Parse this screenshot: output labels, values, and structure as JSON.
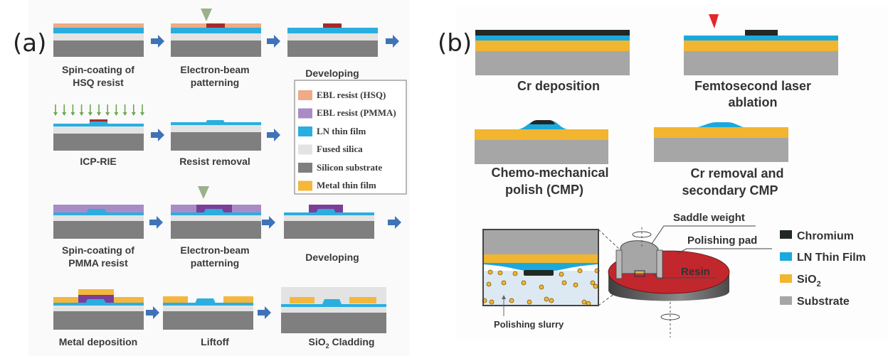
{
  "panel_a": {
    "label": "(a)",
    "steps": [
      {
        "line1": "Spin-coating of",
        "line2": "HSQ resist"
      },
      {
        "line1": "Electron-beam",
        "line2": "patterning"
      },
      {
        "line1": "Developing",
        "line2": ""
      },
      {
        "line1": "ICP-RIE",
        "line2": ""
      },
      {
        "line1": "Resist removal",
        "line2": ""
      },
      {
        "line1": "Spin-coating of",
        "line2": "PMMA resist"
      },
      {
        "line1": "Electron-beam",
        "line2": "patterning"
      },
      {
        "line1": "Developing",
        "line2": ""
      },
      {
        "line1": "Metal deposition",
        "line2": ""
      },
      {
        "line1": "Liftoff",
        "line2": ""
      },
      {
        "line1": "SiO",
        "sub": "2",
        "rest": " Cladding"
      }
    ],
    "legend": [
      {
        "label": "EBL resist (HSQ)",
        "color": "#efab85"
      },
      {
        "label": "EBL resist (PMMA)",
        "color": "#a98bc6"
      },
      {
        "label": "LN thin film",
        "color": "#2aaee0"
      },
      {
        "label": "Fused silica",
        "color": "#e3e3e3"
      },
      {
        "label": "Silicon substrate",
        "color": "#7f7f7f"
      },
      {
        "label": "Metal thin film",
        "color": "#f4b73c"
      }
    ]
  },
  "panel_b": {
    "label": "(b)",
    "steps": [
      {
        "line1": "Cr deposition",
        "line2": ""
      },
      {
        "line1": "Femtosecond laser",
        "line2": "ablation"
      },
      {
        "line1": "Chemo-mechanical",
        "line2": "polish (CMP)"
      },
      {
        "line1": "Cr removal and",
        "line2": "secondary CMP"
      }
    ],
    "apparatus": {
      "saddle_weight": "Saddle weight",
      "polishing_pad": "Polishing pad",
      "resin": "Resin",
      "slurry": "Polishing slurry"
    },
    "legend": [
      {
        "label": "Chromium",
        "color": "#222823"
      },
      {
        "label": "LN Thin Film",
        "color": "#1ba9dc"
      },
      {
        "label": "SiO",
        "sub": "2",
        "color": "#f2b530"
      },
      {
        "label": "Substrate",
        "color": "#a6a6a6"
      }
    ]
  },
  "colors": {
    "hsq": "#efab85",
    "hsq_exposed": "#a52a2a",
    "pmma": "#a98bc6",
    "pmma_exposed": "#7b3f98",
    "ln": "#2aaee0",
    "silica": "#e3e3e3",
    "silicon": "#7f7f7f",
    "metal": "#f4b73c",
    "arrow": "#3f73b8",
    "beam": "#9bb18a",
    "etch": "#6aa84f",
    "laser": "#e5262a",
    "cr": "#222823",
    "sio2_b": "#f2b530",
    "substrate_b": "#a6a6a6",
    "ln_b": "#1ba9dc",
    "pad": "#c1272d"
  }
}
